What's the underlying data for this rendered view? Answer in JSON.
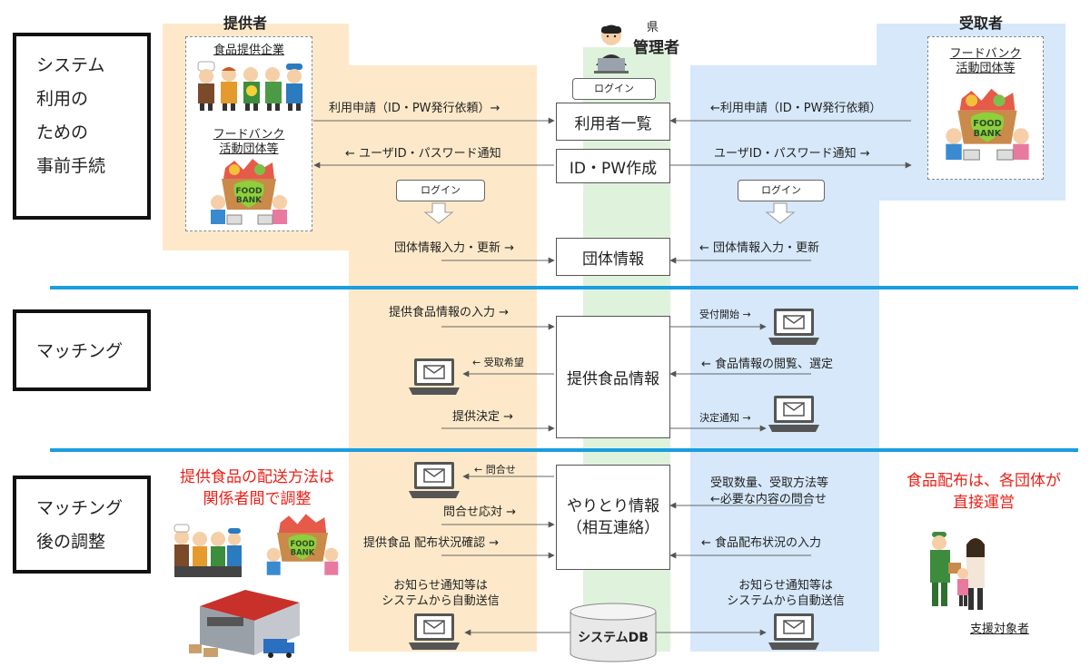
{
  "columns": {
    "provider_title": "提供者",
    "admin_prefecture": "県",
    "admin_title": "管理者",
    "receiver_title": "受取者"
  },
  "provider_box": {
    "company_label": "食品提供企業",
    "group_label_line1": "フードバンク",
    "group_label_line2": "活動団体等"
  },
  "receiver_box": {
    "group_label_line1": "フードバンク",
    "group_label_line2": "活動団体等"
  },
  "phases": {
    "prep": [
      "システム",
      "利用の",
      "ための",
      "事前手続"
    ],
    "matching": "マッチング",
    "after": [
      "マッチング",
      "後の調整"
    ]
  },
  "nodes": {
    "admin_login": "ログイン",
    "user_list": "利用者一覧",
    "id_pw": "ID・PW作成",
    "group_info": "団体情報",
    "food_info": "提供食品情報",
    "exchange_line1": "やりとり情報",
    "exchange_line2": "（相互連絡）",
    "system_db": "システムDB"
  },
  "logins": {
    "provider": "ログイン",
    "receiver": "ログイン"
  },
  "labels": {
    "apply_left": "利用申請（ID・PW発行依頼）→",
    "apply_right": "←利用申請（ID・PW発行依頼）",
    "notify_left": "←  ユーザID・パスワード通知",
    "notify_right": "ユーザID・パスワード通知  →",
    "group_input_left": "団体情報入力・更新  →",
    "group_input_right": "←  団体情報入力・更新",
    "food_input": "提供食品情報の入力  →",
    "accept_start": "受付開始 →",
    "want_receive": "← 受取希望",
    "browse_select": "←  食品情報の閲覧、選定",
    "decide": "提供決定  →",
    "decide_notify": "決定通知 →",
    "inquiry": "← 問合せ",
    "inquiry_reply": "問合せ応対  →",
    "receive_qty_line1": "受取数量、受取方法等",
    "receive_qty_line2": "←必要な内容の問合せ",
    "status_check": "提供食品  配布状況確認  →",
    "status_input": "←  食品配布状況の入力",
    "auto_left_line1": "お知らせ通知等は",
    "auto_left_line2": "システムから自動送信",
    "auto_right_line1": "お知らせ通知等は",
    "auto_right_line2": "システムから自動送信"
  },
  "notes": {
    "delivery_line1": "提供食品の配送方法は",
    "delivery_line2": "関係者間で調整",
    "distribute_line1": "食品配布は、各団体が",
    "distribute_line2": "直接運営",
    "support_target": "支援対象者"
  },
  "illustration_text": {
    "food_bank_line1": "FOOD",
    "food_bank_line2": "BANK"
  },
  "colors": {
    "provider_bg": "#fde9c9",
    "receiver_bg": "#d6e8fa",
    "admin_bg": "#dff3dc",
    "separator": "#1a9ee0",
    "note_red": "#e8221a"
  }
}
